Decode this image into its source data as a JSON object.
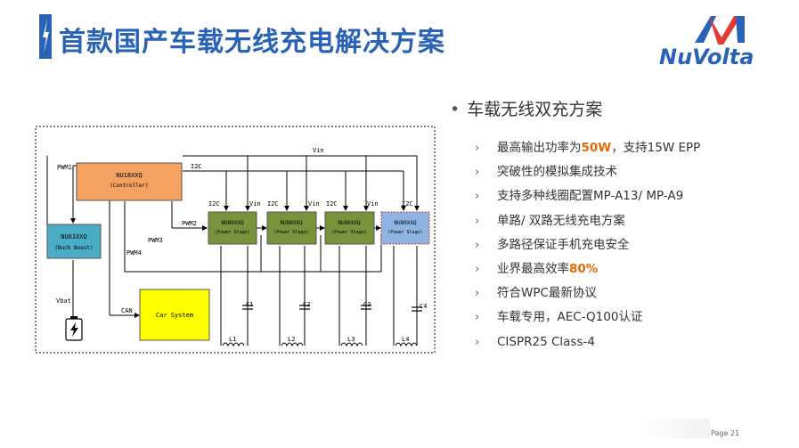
{
  "title": "首款国产车载无线充电解决方案",
  "logo": {
    "text": "NuVolta"
  },
  "bullets": {
    "main": "车载无线双充方案",
    "items": [
      {
        "pre": "最高输出功率为",
        "hl": "50W",
        "post": "，支持15W EPP"
      },
      {
        "pre": "突破性的模拟集成技术",
        "hl": "",
        "post": ""
      },
      {
        "pre": "支持多种线圈配置MP-A13/ MP-A9",
        "hl": "",
        "post": ""
      },
      {
        "pre": "单路/ 双路无线充电方案",
        "hl": "",
        "post": ""
      },
      {
        "pre": "多路径保证手机充电安全",
        "hl": "",
        "post": ""
      },
      {
        "pre": "业界最高效率",
        "hl": "80%",
        "post": ""
      },
      {
        "pre": "符合WPC最新协议",
        "hl": "",
        "post": ""
      },
      {
        "pre": "车载专用，AEC-Q100认证",
        "hl": "",
        "post": ""
      },
      {
        "pre": "CISPR25 Class-4",
        "hl": "",
        "post": ""
      }
    ]
  },
  "diagram": {
    "controller": {
      "name": "NU18XXQ",
      "sub": "(Controller)"
    },
    "buck": {
      "name": "NU61XXQ",
      "sub": "(Buck Boost)"
    },
    "car": "Car System",
    "stage": {
      "name": "NU80XXQ",
      "sub": "(Power Stage)"
    },
    "signals": {
      "vin": "Vin",
      "i2c": "I2C",
      "pwm1": "PWM1",
      "pwm2": "PWM2",
      "pwm3": "PWM3",
      "pwm4": "PWM4",
      "can": "CAN",
      "vbat": "Vbat"
    },
    "caps": [
      "C1",
      "C2",
      "C3",
      "C4"
    ],
    "coils": [
      "L1",
      "L2",
      "L3",
      "L4"
    ]
  },
  "footer": "Page 21",
  "colors": {
    "title": "#2a63b6",
    "highlight": "#e36c0a",
    "controller": "#f4a261",
    "buck": "#4bacc6",
    "stage": "#77933c",
    "stage4": "#8eb4e3",
    "car": "#ffff00"
  }
}
